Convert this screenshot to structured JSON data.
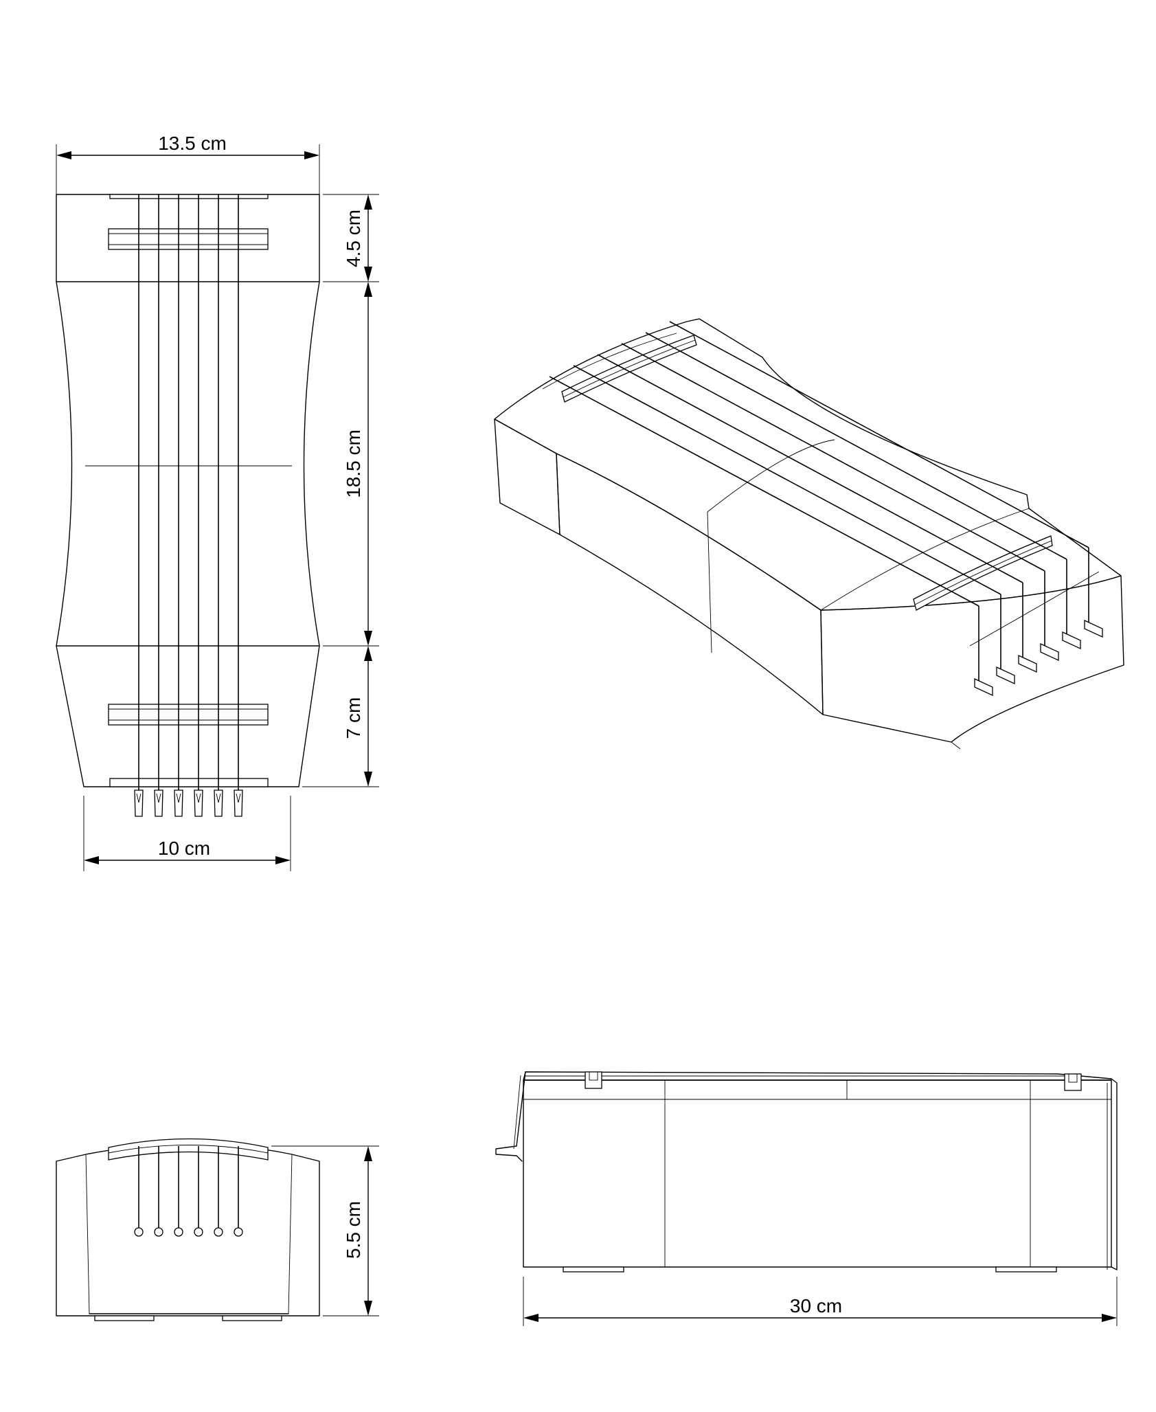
{
  "dimensions": {
    "top_width": "13.5 cm",
    "head_length": "4.5 cm",
    "middle_length": "18.5 cm",
    "tail_length": "7 cm",
    "bottom_width": "10 cm",
    "height": "5.5 cm",
    "total_length": "30 cm"
  },
  "string_count": 6
}
